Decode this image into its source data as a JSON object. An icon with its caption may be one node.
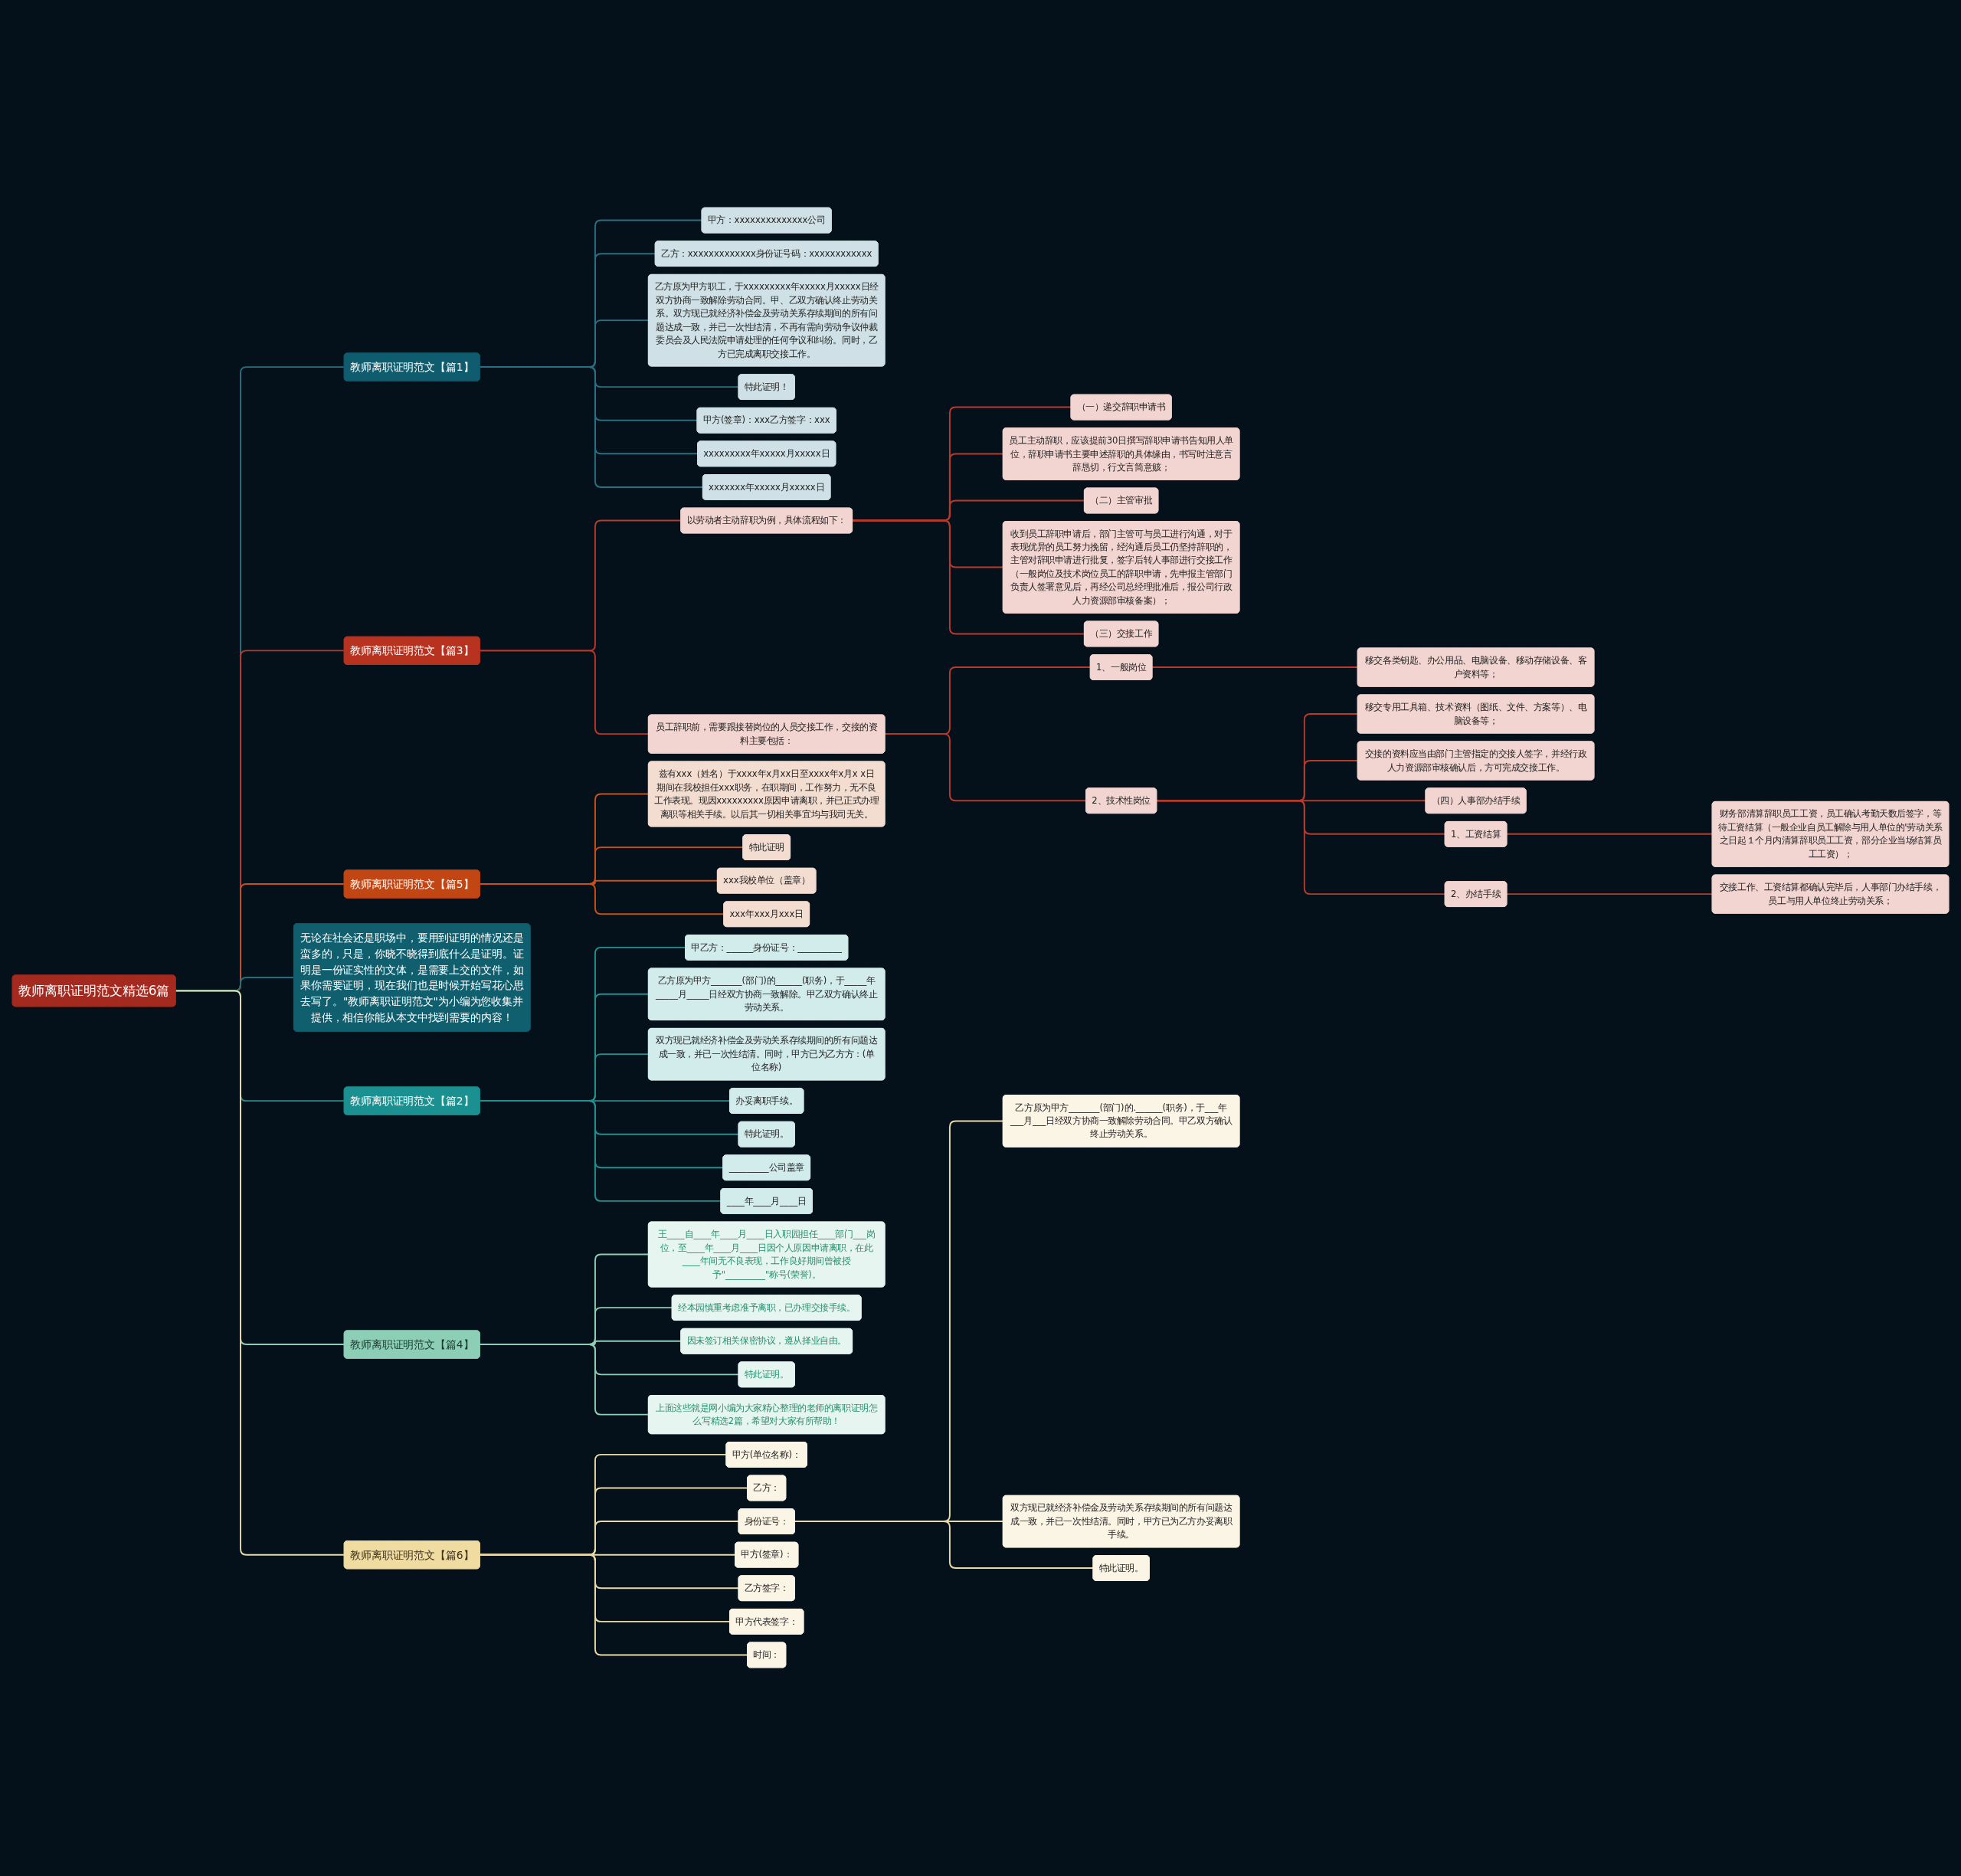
{
  "diagram": {
    "nodes": [
      {
        "text": [
          "教师离职证明范文精选6篇"
        ]
      },
      {
        "text": [
          "教师离职证明范文【篇1】"
        ]
      },
      {
        "text": [
          "甲方：xxxxxxxxxxxxxx公司"
        ]
      },
      {
        "text": [
          "乙方：xxxxxxxxxxxxx身份证号码：xxxxxxxxxxxx"
        ]
      },
      {
        "text": [
          "乙方原为甲方职工，于xxxxxxxxx年xxxxx月xxxxx日经双方协商一致解除劳动合同。甲、乙双方确认终止劳动关系。双方现已就经济补偿金及劳动关系存续期间的所有问题达成一致，并已一次性结清，不再有需向劳动争议仲裁委员会及人民法院申请处理的任何争议和纠纷。同时，乙方已完成离职交接工作。"
        ]
      },
      {
        "text": [
          "特此证明！"
        ]
      },
      {
        "text": [
          "甲方(签章)：xxx乙方签字：xxx"
        ]
      },
      {
        "text": [
          "xxxxxxxxx年xxxxx月xxxxx日"
        ]
      },
      {
        "text": [
          "xxxxxxx年xxxxx月xxxxx日"
        ]
      },
      {
        "text": [
          "教师离职证明范文【篇3】"
        ]
      },
      {
        "text": [
          "以劳动者主动辞职为例，具体流程如下："
        ]
      },
      {
        "text": [
          "（一）递交辞职申请书"
        ]
      },
      {
        "text": [
          "员工主动辞职，应该提前30日撰写辞职申请书告知用人单位，辞职申请书主要申述辞职的具体缘由，书写时注意言辞恳切，行文言简意赅；"
        ]
      },
      {
        "text": [
          "（二）主管审批"
        ]
      },
      {
        "text": [
          "收到员工辞职申请后，部门主管可与员工进行沟通，对于表现优异的员工努力挽留，经沟通后员工仍坚持辞职的，主管对辞职申请进行批复，签字后转人事部进行交接工作（一般岗位及技术岗位员工的辞职申请，先申报主管部门负责人签署意见后，再经公司总经理批准后，报公司行政人力资源部审核备案）；"
        ]
      },
      {
        "text": [
          "（三）交接工作"
        ]
      },
      {
        "text": [
          "员工辞职前，需要跟接替岗位的人员交接工作，交接的资料主要包括："
        ]
      },
      {
        "text": [
          "1、一般岗位"
        ]
      },
      {
        "text": [
          "移交各类钥匙、办公用品、电脑设备、移动存储设备、客户资料等；"
        ]
      },
      {
        "text": [
          "2、技术性岗位"
        ]
      },
      {
        "text": [
          "移交专用工具箱、技术资料（图纸、文件、方案等）、电脑设备等；"
        ]
      },
      {
        "text": [
          "交接的资料应当由部门主管指定的交接人签字，并经行政人力资源部审核确认后，方可完成交接工作。"
        ]
      },
      {
        "text": [
          "（四）人事部办结手续"
        ]
      },
      {
        "text": [
          "1、工资结算"
        ]
      },
      {
        "text": [
          "财务部清算辞职员工工资，员工确认考勤天数后签字，等待工资结算（一般企业自员工解除与用人单位的'劳动关系之日起１个月内清算辞职员工工资，部分企业当场结算员工工资）；"
        ]
      },
      {
        "text": [
          "2、办结手续"
        ]
      },
      {
        "text": [
          "交接工作、工资结算都确认完毕后，人事部门办结手续，员工与用人单位终止劳动关系；"
        ]
      },
      {
        "text": [
          "教师离职证明范文【篇5】"
        ]
      },
      {
        "text": [
          "兹有xxx（姓名）于xxxx年x月xx日至xxxx年x月x x日期间在我校担任xxx职务，在职期间，工作努力，无不良工作表现。现因xxxxxxxxx原因申请离职，并已正式办理离职等相关手续。以后其一切相关事宜均与我司无关。"
        ]
      },
      {
        "text": [
          "特此证明"
        ]
      },
      {
        "text": [
          "xxx我校单位（盖章）"
        ]
      },
      {
        "text": [
          "xxx年xxx月xxx日"
        ]
      },
      {
        "text": [
          "无论在社会还是职场中，要用到证明的情况还是蛮多的，只是，你晓不晓得到底什么是证明。证明是一份证实性的文体，是需要上交的文件，如果你需要证明，现在我们也是时候开始写花心思去写了。\"教师离职证明范文\"为小编为您收集并提供，相信你能从本文中找到需要的内容！"
        ]
      },
      {
        "text": [
          "教师离职证明范文【篇2】"
        ]
      },
      {
        "text": [
          "甲乙方：______身份证号：__________"
        ]
      },
      {
        "text": [
          "乙方原为甲方_______(部门)的______(职务)，于_____年_____月_____日经双方协商一致解除。甲乙双方确认终止劳动关系。"
        ]
      },
      {
        "text": [
          "双方现已就经济补偿金及劳动关系存续期间的所有问题达成一致，并已一次性结清。同时，甲方已为乙方方：(单位名称)"
        ]
      },
      {
        "text": [
          "办妥离职手续。"
        ]
      },
      {
        "text": [
          "特此证明。"
        ]
      },
      {
        "text": [
          "_________公司盖章"
        ]
      },
      {
        "text": [
          "____年____月____日"
        ]
      },
      {
        "text": [
          "教师离职证明范文【篇4】"
        ]
      },
      {
        "text": [
          "王____自____年____月____日入职园担任____部门___岗位，至____年____月____日因个人原因申请离职，在此____年间无不良表现，工作良好期间曾被授予\"_________\"称号(荣誉)。"
        ]
      },
      {
        "text": [
          "经本园慎重考虑准予离职，已办理交接手续。"
        ]
      },
      {
        "text": [
          "因未签订相关保密协议，遵从择业自由。"
        ]
      },
      {
        "text": [
          "特此证明。"
        ]
      },
      {
        "text": [
          "上面这些就是网小编为大家精心整理的老师的离职证明怎么写精选2篇，希望对大家有所帮助！"
        ]
      },
      {
        "text": [
          "教师离职证明范文【篇6】"
        ]
      },
      {
        "text": [
          "甲方(单位名称)："
        ]
      },
      {
        "text": [
          "乙方："
        ]
      },
      {
        "text": [
          "身份证号："
        ]
      },
      {
        "text": [
          "乙方原为甲方_______(部门)的.______(职务)，于___年___月___日经双方协商一致解除劳动合同。甲乙双方确认终止劳动关系。"
        ]
      },
      {
        "text": [
          "双方现已就经济补偿金及劳动关系存续期间的所有问题达成一致，并已一次性结清。同时，甲方已为乙方办妥离职手续。"
        ]
      },
      {
        "text": [
          "特此证明。"
        ]
      },
      {
        "text": [
          "甲方(签章)："
        ]
      },
      {
        "text": [
          "乙方签字："
        ]
      },
      {
        "text": [
          "甲方代表签字："
        ]
      },
      {
        "text": [
          "时间："
        ]
      }
    ],
    "edges": [
      {
        "from": 0,
        "to": 1,
        "arrow": "none",
        "color": "#2a6f80"
      },
      {
        "from": 1,
        "to": 2,
        "arrow": "none",
        "color": "#2a6f80"
      },
      {
        "from": 1,
        "to": 3,
        "arrow": "none",
        "color": "#2a6f80"
      },
      {
        "from": 1,
        "to": 4,
        "arrow": "none",
        "color": "#2a6f80"
      },
      {
        "from": 1,
        "to": 5,
        "arrow": "none",
        "color": "#2a6f80"
      },
      {
        "from": 1,
        "to": 6,
        "arrow": "none",
        "color": "#2a6f80"
      },
      {
        "from": 1,
        "to": 7,
        "arrow": "none",
        "color": "#2a6f80"
      },
      {
        "from": 1,
        "to": 8,
        "arrow": "none",
        "color": "#2a6f80"
      },
      {
        "from": 0,
        "to": 9,
        "arrow": "none"
      },
      {
        "from": 9,
        "to": 10,
        "arrow": "none"
      },
      {
        "from": 10,
        "to": 11,
        "arrow": "none"
      },
      {
        "from": 10,
        "to": 12,
        "arrow": "none"
      },
      {
        "from": 10,
        "to": 13,
        "arrow": "none"
      },
      {
        "from": 10,
        "to": 14,
        "arrow": "none"
      },
      {
        "from": 10,
        "to": 15,
        "arrow": "none"
      },
      {
        "from": 9,
        "to": 16,
        "arrow": "none"
      },
      {
        "from": 16,
        "to": 17,
        "arrow": "none"
      },
      {
        "from": 17,
        "to": 18,
        "arrow": "none"
      },
      {
        "from": 16,
        "to": 19,
        "arrow": "none"
      },
      {
        "from": 19,
        "to": 20,
        "arrow": "none"
      },
      {
        "from": 19,
        "to": 21,
        "arrow": "none"
      },
      {
        "from": 19,
        "to": 22,
        "arrow": "none"
      },
      {
        "from": 19,
        "to": 23,
        "arrow": "none"
      },
      {
        "from": 23,
        "to": 24,
        "arrow": "none"
      },
      {
        "from": 19,
        "to": 25,
        "arrow": "none"
      },
      {
        "from": 25,
        "to": 26,
        "arrow": "none"
      },
      {
        "from": 0,
        "to": 27,
        "arrow": "none",
        "color": "#c8501a"
      },
      {
        "from": 27,
        "to": 28,
        "arrow": "none",
        "color": "#c8501a"
      },
      {
        "from": 27,
        "to": 29,
        "arrow": "none",
        "color": "#c8501a"
      },
      {
        "from": 27,
        "to": 30,
        "arrow": "none",
        "color": "#c8501a"
      },
      {
        "from": 27,
        "to": 31,
        "arrow": "none",
        "color": "#c8501a"
      },
      {
        "from": 0,
        "to": 32,
        "arrow": "none",
        "color": "#1a7080"
      },
      {
        "from": 0,
        "to": 33,
        "arrow": "none",
        "color": "#22908f"
      },
      {
        "from": 33,
        "to": 34,
        "arrow": "none",
        "color": "#22908f"
      },
      {
        "from": 33,
        "to": 35,
        "arrow": "none",
        "color": "#22908f"
      },
      {
        "from": 33,
        "to": 36,
        "arrow": "none",
        "color": "#22908f"
      },
      {
        "from": 33,
        "to": 37,
        "arrow": "none",
        "color": "#22908f"
      },
      {
        "from": 33,
        "to": 38,
        "arrow": "none",
        "color": "#22908f"
      },
      {
        "from": 33,
        "to": 39,
        "arrow": "none",
        "color": "#22908f"
      },
      {
        "from": 33,
        "to": 40,
        "arrow": "none",
        "color": "#22908f"
      },
      {
        "from": 0,
        "to": 41,
        "arrow": "none",
        "color": "#8fcdb5"
      },
      {
        "from": 41,
        "to": 42,
        "arrow": "none",
        "color": "#8fcdb5"
      },
      {
        "from": 41,
        "to": 43,
        "arrow": "none",
        "color": "#8fcdb5"
      },
      {
        "from": 41,
        "to": 44,
        "arrow": "none",
        "color": "#8fcdb5"
      },
      {
        "from": 41,
        "to": 45,
        "arrow": "none",
        "color": "#8fcdb5"
      },
      {
        "from": 41,
        "to": 46,
        "arrow": "none",
        "color": "#8fcdb5"
      },
      {
        "from": 0,
        "to": 47,
        "arrow": "none",
        "color": "#e9d9a6"
      },
      {
        "from": 47,
        "to": 48,
        "arrow": "none",
        "color": "#e9d9a6"
      },
      {
        "from": 47,
        "to": 49,
        "arrow": "none",
        "color": "#e9d9a6"
      },
      {
        "from": 47,
        "to": 50,
        "arrow": "none",
        "color": "#e9d9a6"
      },
      {
        "from": 50,
        "to": 51,
        "arrow": "none",
        "color": "#e9d9a6"
      },
      {
        "from": 50,
        "to": 52,
        "arrow": "none",
        "color": "#e9d9a6"
      },
      {
        "from": 50,
        "to": 53,
        "arrow": "none",
        "color": "#e9d9a6"
      },
      {
        "from": 47,
        "to": 54,
        "arrow": "none",
        "color": "#e9d9a6"
      },
      {
        "from": 47,
        "to": 55,
        "arrow": "none",
        "color": "#e9d9a6"
      },
      {
        "from": 47,
        "to": 56,
        "arrow": "none",
        "color": "#e9d9a6"
      },
      {
        "from": 47,
        "to": 57,
        "arrow": "none",
        "color": "#e9d9a6"
      }
    ]
  }
}
